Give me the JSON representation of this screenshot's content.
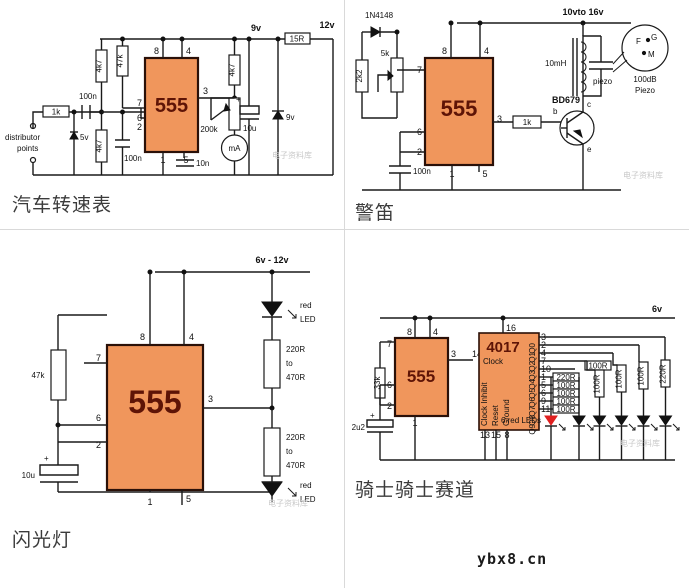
{
  "page": {
    "site_tag": "ybx8.cn",
    "watermark": "电子资料库",
    "ic_label": "555",
    "chip_color": "#f0965c",
    "chip_text_color": "#5e1406"
  },
  "panels": [
    {
      "id": "tachometer",
      "title": "汽车转速表",
      "ic": "555",
      "labels": {
        "r_input": "1k",
        "c_coupling": "100n",
        "zener_in": "5v",
        "r_div_top": "4k7",
        "r_div_bottom": "4k7",
        "r_pin7": "47k",
        "c_pin2": "100n",
        "c_pin5": "10n",
        "r_out": "4k7",
        "pot": "200k",
        "meter": "mA",
        "c_smooth": "10u",
        "zener_rail": "9v",
        "rail_9v": "9v",
        "r_series": "15R",
        "rail_12v": "12v",
        "source_line1": "distributor",
        "source_line2": "points"
      },
      "pins": [
        "8",
        "4",
        "7",
        "6",
        "3",
        "2",
        "1",
        "5"
      ]
    },
    {
      "id": "siren",
      "title": "警笛",
      "ic": "555",
      "labels": {
        "diode": "1N4148",
        "r_fixed": "2k2",
        "pot": "5k",
        "c_timing": "100n",
        "r_base": "1k",
        "transistor": "BD679",
        "t_b": "b",
        "t_c": "c",
        "t_e": "e",
        "inductor": "10mH",
        "piezo": "piezo",
        "piezo_spec_line1": "100dB",
        "piezo_spec_line2": "Piezo",
        "piezo_F": "F",
        "piezo_G": "G",
        "piezo_M": "M",
        "rail": "10vto 16v"
      },
      "pins": [
        "8",
        "4",
        "7",
        "6",
        "2",
        "3",
        "1",
        "5"
      ]
    },
    {
      "id": "flasher",
      "title": "闪光灯",
      "ic": "555",
      "labels": {
        "rail": "6v - 12v",
        "r_timing": "47k",
        "c_timing": "10u",
        "c_polarity": "+",
        "led_top_line1": "red",
        "led_top_line2": "LED",
        "r_top_line1": "220R",
        "r_top_line2": "to",
        "r_top_line3": "470R",
        "r_bottom_line1": "220R",
        "r_bottom_line2": "to",
        "r_bottom_line3": "470R",
        "led_bottom_line1": "red",
        "led_bottom_line2": "LED"
      },
      "pins": [
        "8",
        "4",
        "7",
        "6",
        "2",
        "3",
        "1",
        "5"
      ]
    },
    {
      "id": "knight-rider",
      "title": "骑士骑士赛道",
      "ic": "555",
      "ic2": "4017",
      "labels": {
        "rail": "6v",
        "r_timing": "33k",
        "c_timing": "2u2",
        "c_polarity": "+",
        "clock": "Clock",
        "clock_inhibit": "Clock Inhibit",
        "reset": "Reset",
        "ground": "Ground",
        "leds_note": "6 red LEDs"
      },
      "ic2_outputs": [
        "Q0",
        "Q1",
        "Q2",
        "Q3",
        "Q4",
        "Q5",
        "Q6",
        "Q7",
        "Q8",
        "Q9"
      ],
      "ic2_out_pins": [
        "3",
        "2",
        "4",
        "7",
        "10",
        "1",
        "5",
        "6",
        "9",
        "11"
      ],
      "ic2_bottom_pins": [
        "13",
        "15",
        "8"
      ],
      "ic2_top_pin": "16",
      "ic2_clock_pin": "14",
      "resistors_inline": [
        "220R",
        "100R",
        "100R",
        "100R",
        "100R"
      ],
      "resistors_vertical": [
        "100R",
        "100R",
        "100R",
        "100R",
        "220R"
      ],
      "pins_555": [
        "8",
        "4",
        "7",
        "6",
        "2",
        "3",
        "1"
      ]
    }
  ]
}
